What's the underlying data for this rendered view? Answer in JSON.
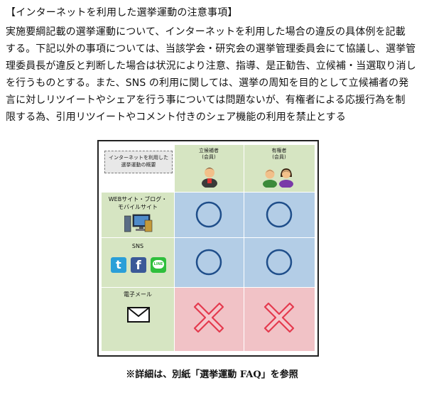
{
  "section": {
    "heading": "【インターネットを利用した選挙運動の注意事項】",
    "lines": [
      "実施要綱記載の選挙運動について、インターネットを利用した場合の違反の具体例を記載",
      "する。下記以外の事項については、当該学会・研究会の選挙管理委員会にて協議し、選挙管",
      "理委員長が違反と判断した場合は状況により注意、指導、是正勧告、立候補・当選取り消し",
      "を行うものとする。また、SNS の利用に関しては、選挙の周知を目的として立候補者の発",
      "言に対しリツイートやシェアを行う事については問題ないが、有権者による応援行為を制",
      "限する為、引用リツイートやコメント付きのシェア機能の利用を禁止とする"
    ]
  },
  "figure": {
    "corner_label_line1": "インターネットを利用した",
    "corner_label_line2": "選挙運動の概要",
    "columns": [
      {
        "label_line1": "立候補者",
        "label_line2": "(会員)"
      },
      {
        "label_line1": "有権者",
        "label_line2": "(会員)"
      }
    ],
    "rows": [
      {
        "label_line1": "WEBサイト・ブログ・",
        "label_line2": "モバイルサイト",
        "values": [
          "allowed",
          "allowed"
        ]
      },
      {
        "label_line1": "SNS",
        "label_line2": "",
        "values": [
          "allowed",
          "allowed"
        ]
      },
      {
        "label_line1": "電子メール",
        "label_line2": "",
        "values": [
          "prohibited",
          "prohibited"
        ]
      }
    ],
    "icons": {
      "twitter_glyph": "t",
      "facebook_glyph": "f",
      "line_glyph": "LINE"
    },
    "colors": {
      "header_green": "#d6e5c2",
      "allowed_blue": "#b3cde6",
      "prohibited_pink": "#f1c2c6",
      "circle_stroke": "#1f4e8a",
      "cross_fill": "#e43a4e"
    }
  },
  "caption": "※詳細は、別紙「選挙運動 FAQ」を参照"
}
